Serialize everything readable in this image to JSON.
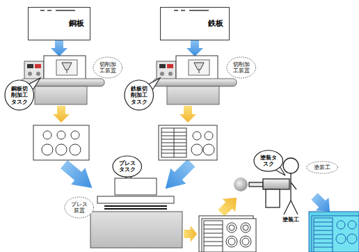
{
  "diagram": {
    "nodes": [
      {
        "text": [
          "銅板"
        ]
      },
      {
        "text": [
          "鉄板"
        ]
      },
      {
        "text": [
          "切削加工装置"
        ]
      },
      {
        "text": [
          "切削加工装置"
        ]
      },
      {
        "text": [
          "銅板切削加工タスク"
        ]
      },
      {
        "text": [
          "鉄板切削加工タスク"
        ]
      },
      {
        "text": [
          "プレスタスク"
        ]
      },
      {
        "text": [
          "塗装タスク"
        ]
      },
      {
        "text": [
          "塗装工"
        ]
      },
      {
        "text": [
          "プレス装置"
        ]
      }
    ],
    "labels": [
      "塗装工"
    ]
  }
}
